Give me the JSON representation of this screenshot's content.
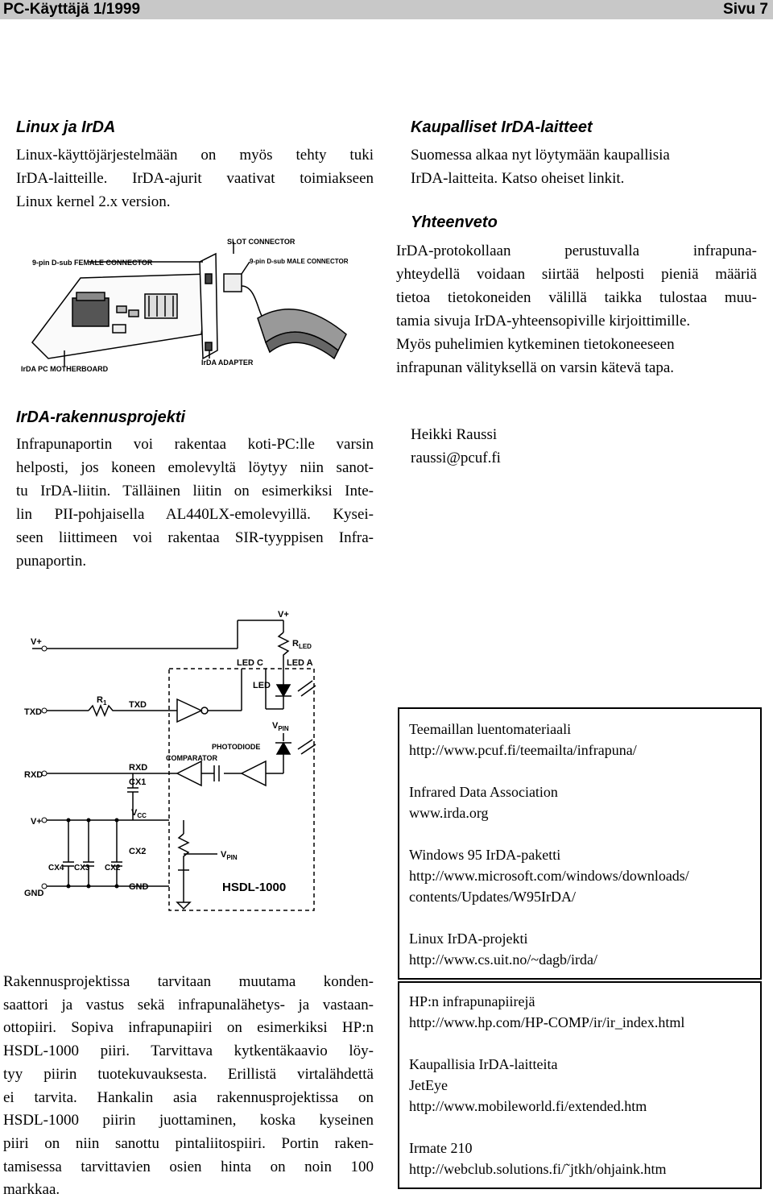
{
  "header": {
    "left": "PC-Käyttäjä 1/1999",
    "right": "Sivu 7"
  },
  "linux": {
    "title": "Linux ja IrDA",
    "lines": [
      "Linux-käyttöjärjestelmään on myös tehty tuki",
      "IrDA-laitteille. IrDA-ajurit vaativat toimiakseen",
      "Linux kernel 2.x version."
    ]
  },
  "kaupalliset": {
    "title": "Kaupalliset IrDA-laitteet",
    "lines": [
      "Suomessa alkaa nyt löytymään kaupallisia",
      "IrDA-laitteita. Katso oheiset linkit."
    ]
  },
  "yhteenveto": {
    "title": "Yhteenveto",
    "lines": [
      "IrDA-protokollaan perustuvalla infrapuna-",
      "yhteydellä voidaan siirtää helposti pieniä määriä",
      "tietoa tietokoneiden välillä taikka tulostaa muu-",
      "tamia sivuja IrDA-yhteensopiville kirjoittimille.",
      "Myös puhelimien kytkeminen tietokoneeseen",
      "infrapunan välityksellä on varsin kätevä tapa."
    ]
  },
  "figure1": {
    "labels": {
      "slot_connector": "SLOT CONNECTOR",
      "female_connector": "9-pin D-sub FEMALE CONNECTOR",
      "male_connector": "9-pin D-sub MALE CONNECTOR",
      "motherboard": "IrDA PC MOTHERBOARD",
      "adapter": "IrDA ADAPTER"
    }
  },
  "rakennus": {
    "title": "IrDA-rakennusprojekti",
    "lines": [
      "Infrapunaportin voi rakentaa koti-PC:lle varsin",
      "helposti, jos koneen emolevyltä löytyy niin sanot-",
      "tu IrDA-liitin. Tälläinen liitin on esimerkiksi Inte-",
      "lin PII-pohjaisella AL440LX-emolevyillä. Kysei-",
      "seen liittimeen voi rakentaa SIR-tyyppisen Infra-",
      "punaportin."
    ]
  },
  "author": {
    "name": "Heikki Raussi",
    "email": "raussi@pcuf.fi"
  },
  "schematic": {
    "labels": {
      "vplus_top": "V+",
      "vplus_left": "V+",
      "r_led": "R",
      "r_led_sub": "LED",
      "led_c": "LED C",
      "led_a": "LED A",
      "led": "LED",
      "txd_left": "TXD",
      "r1": "R",
      "r1_sub": "1",
      "txd": "TXD",
      "vpin_top": "V",
      "vpin_top_sub": "PIN",
      "photodiode": "PHOTODIODE",
      "comparator": "COMPARATOR",
      "rxd_left": "RXD",
      "rxd": "RXD",
      "cx1": "CX1",
      "vcc": "V",
      "vcc_sub": "CC",
      "vplus_mid": "V+",
      "cx2_right": "CX2",
      "vpin": "V",
      "vpin_sub": "PIN",
      "cx4": "CX4",
      "cx3": "CX3",
      "cx2": "CX2",
      "gnd_left": "GND",
      "gnd": "GND",
      "part": "HSDL-1000"
    }
  },
  "links_box": {
    "groups": [
      {
        "lines": [
          "Teemaillan luentomateriaali",
          "http://www.pcuf.fi/teemailta/infrapuna/"
        ]
      },
      {
        "lines": [
          "Infrared Data Association",
          "www.irda.org"
        ]
      },
      {
        "lines": [
          "Windows 95 IrDA-paketti",
          "http://www.microsoft.com/windows/downloads/",
          "contents/Updates/W95IrDA/"
        ]
      },
      {
        "lines": [
          "Linux IrDA-projekti",
          "http://www.cs.uit.no/~dagb/irda/"
        ]
      }
    ]
  },
  "links_box2": {
    "groups": [
      {
        "lines": [
          "HP:n infrapunapiirejä",
          "http://www.hp.com/HP-COMP/ir/ir_index.html"
        ]
      },
      {
        "lines": [
          "Kaupallisia IrDA-laitteita",
          "JetEye",
          "http://www.mobileworld.fi/extended.htm"
        ]
      },
      {
        "lines": [
          "Irmate 210",
          "http://webclub.solutions.fi/˜jtkh/ohjaink.htm"
        ]
      }
    ]
  },
  "bottom_text": {
    "lines": [
      "Rakennusprojektissa tarvitaan muutama konden-",
      "saattori ja vastus sekä infrapunalähetys- ja vastaan-",
      "ottopiiri. Sopiva infrapunapiiri on esimerkiksi HP:n",
      "HSDL-1000 piiri. Tarvittava kytkentäkaavio löy-",
      "tyy piirin tuotekuvauksesta. Erillistä virtalähdettä",
      "ei tarvita. Hankalin asia rakennusprojektissa on",
      "HSDL-1000 piirin juottaminen, koska kyseinen",
      "piiri on niin sanottu pintaliitospiiri. Portin raken-",
      "tamisessa tarvittavien osien hinta on noin 100",
      "markkaa."
    ]
  }
}
